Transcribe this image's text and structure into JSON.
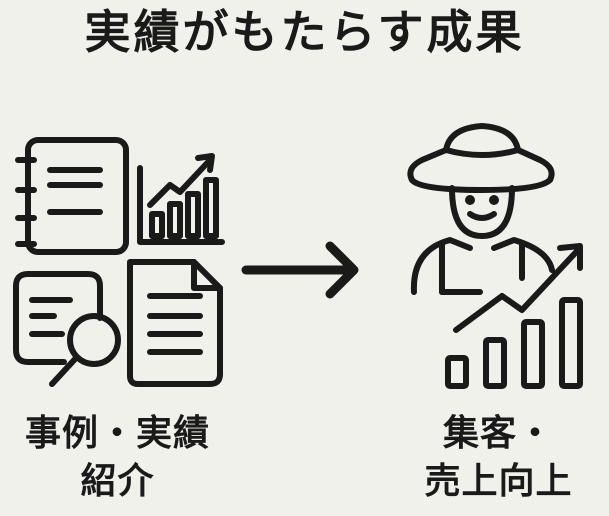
{
  "title": "実績がもたらす成果",
  "left_label": {
    "line1": "事例・実績",
    "line2": "紹介"
  },
  "right_label": {
    "line1": "集客・",
    "line2": "売上向上"
  },
  "colors": {
    "background": "#f1f1ec",
    "ink": "#1a1a1a"
  },
  "icons": {
    "left": [
      "notebook-icon",
      "bar-chart-up-icon",
      "magnifier-document-icon",
      "document-icon"
    ],
    "middle": "arrow-right-icon",
    "right": [
      "farmer-icon",
      "growth-chart-icon"
    ]
  }
}
